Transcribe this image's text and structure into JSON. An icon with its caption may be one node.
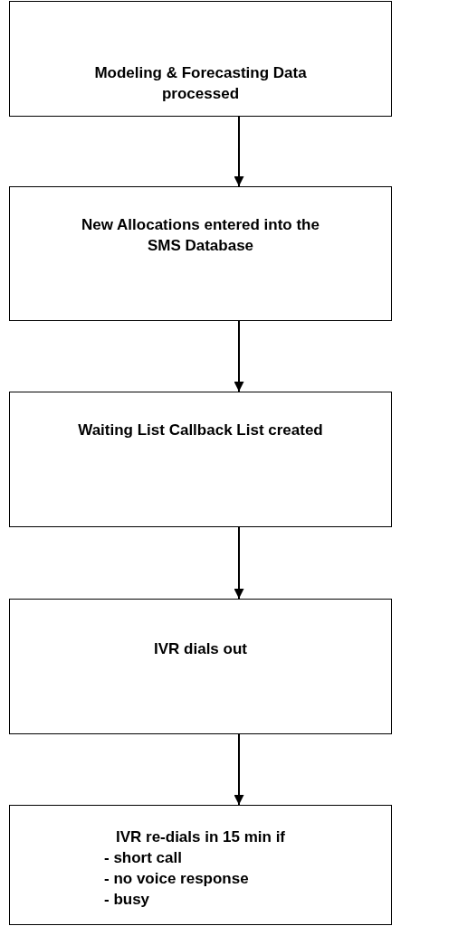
{
  "diagram": {
    "nodes": [
      {
        "text": [
          "Modeling & Forecasting Data processed"
        ]
      },
      {
        "text": [
          "New Allocations entered into the SMS Database"
        ]
      },
      {
        "text": [
          "Waiting List Callback List created"
        ]
      },
      {
        "text": [
          "IVR dials out"
        ]
      },
      {
        "text": [
          "IVR re-dials in 15 min if",
          "- short call",
          "- no voice response",
          "- busy"
        ]
      }
    ],
    "edges": [
      {
        "from": 0,
        "to": 1,
        "arrow": "to"
      },
      {
        "from": 1,
        "to": 2,
        "arrow": "to"
      },
      {
        "from": 2,
        "to": 3,
        "arrow": "to"
      },
      {
        "from": 3,
        "to": 4,
        "arrow": "to"
      }
    ]
  }
}
